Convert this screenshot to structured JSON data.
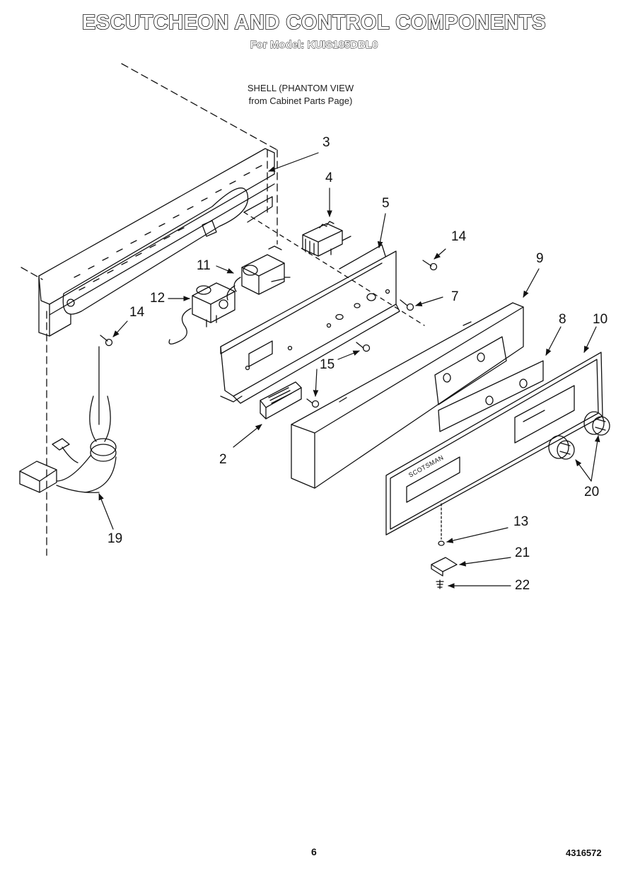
{
  "header": {
    "title": "ESCUTCHEON AND CONTROL COMPONENTS",
    "subtitle": "For Model: KUIS185DBL0"
  },
  "note": {
    "line1": "SHELL (PHANTOM VIEW",
    "line2": "from Cabinet Parts Page)"
  },
  "callouts": {
    "c3": "3",
    "c4": "4",
    "c5": "5",
    "c14a": "14",
    "c11": "11",
    "c9": "9",
    "c12": "12",
    "c7": "7",
    "c14b": "14",
    "c8": "8",
    "c10": "10",
    "c15": "15",
    "c2": "2",
    "c20": "20",
    "c19": "19",
    "c13": "13",
    "c21": "21",
    "c22": "22"
  },
  "panel_logo": "SCOTSMAN",
  "footer": {
    "page": "6",
    "code": "4316572"
  }
}
